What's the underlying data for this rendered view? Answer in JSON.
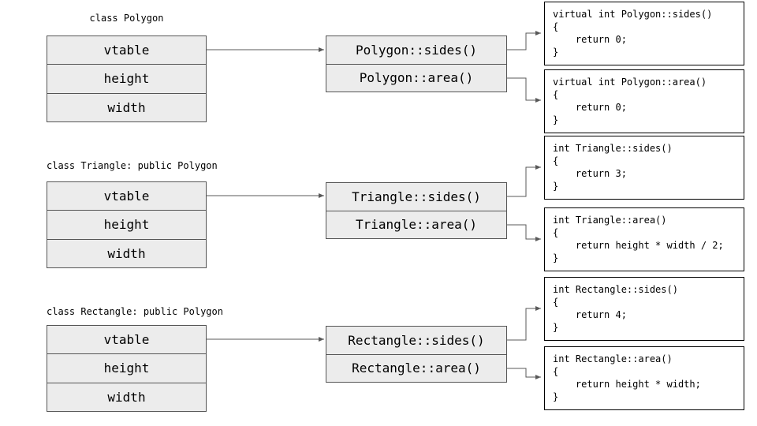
{
  "colors": {
    "box_fill": "#ececec",
    "box_border": "#555555",
    "code_box_fill": "#ffffff",
    "code_box_border": "#000000",
    "arrow": "#595959",
    "text": "#000000"
  },
  "classes": [
    {
      "label": "class Polygon",
      "object_fields": [
        "vtable",
        "height",
        "width"
      ],
      "vtable_entries": [
        "Polygon::sides()",
        "Polygon::area()"
      ],
      "functions": [
        "virtual int Polygon::sides()\n{\n    return 0;\n}",
        "virtual int Polygon::area()\n{\n    return 0;\n}"
      ]
    },
    {
      "label": "class Triangle: public Polygon",
      "object_fields": [
        "vtable",
        "height",
        "width"
      ],
      "vtable_entries": [
        "Triangle::sides()",
        "Triangle::area()"
      ],
      "functions": [
        "int Triangle::sides()\n{\n    return 3;\n}",
        "int Triangle::area()\n{\n    return height * width / 2;\n}"
      ]
    },
    {
      "label": "class Rectangle: public Polygon",
      "object_fields": [
        "vtable",
        "height",
        "width"
      ],
      "vtable_entries": [
        "Rectangle::sides()",
        "Rectangle::area()"
      ],
      "functions": [
        "int Rectangle::sides()\n{\n    return 4;\n}",
        "int Rectangle::area()\n{\n    return height * width;\n}"
      ]
    }
  ]
}
